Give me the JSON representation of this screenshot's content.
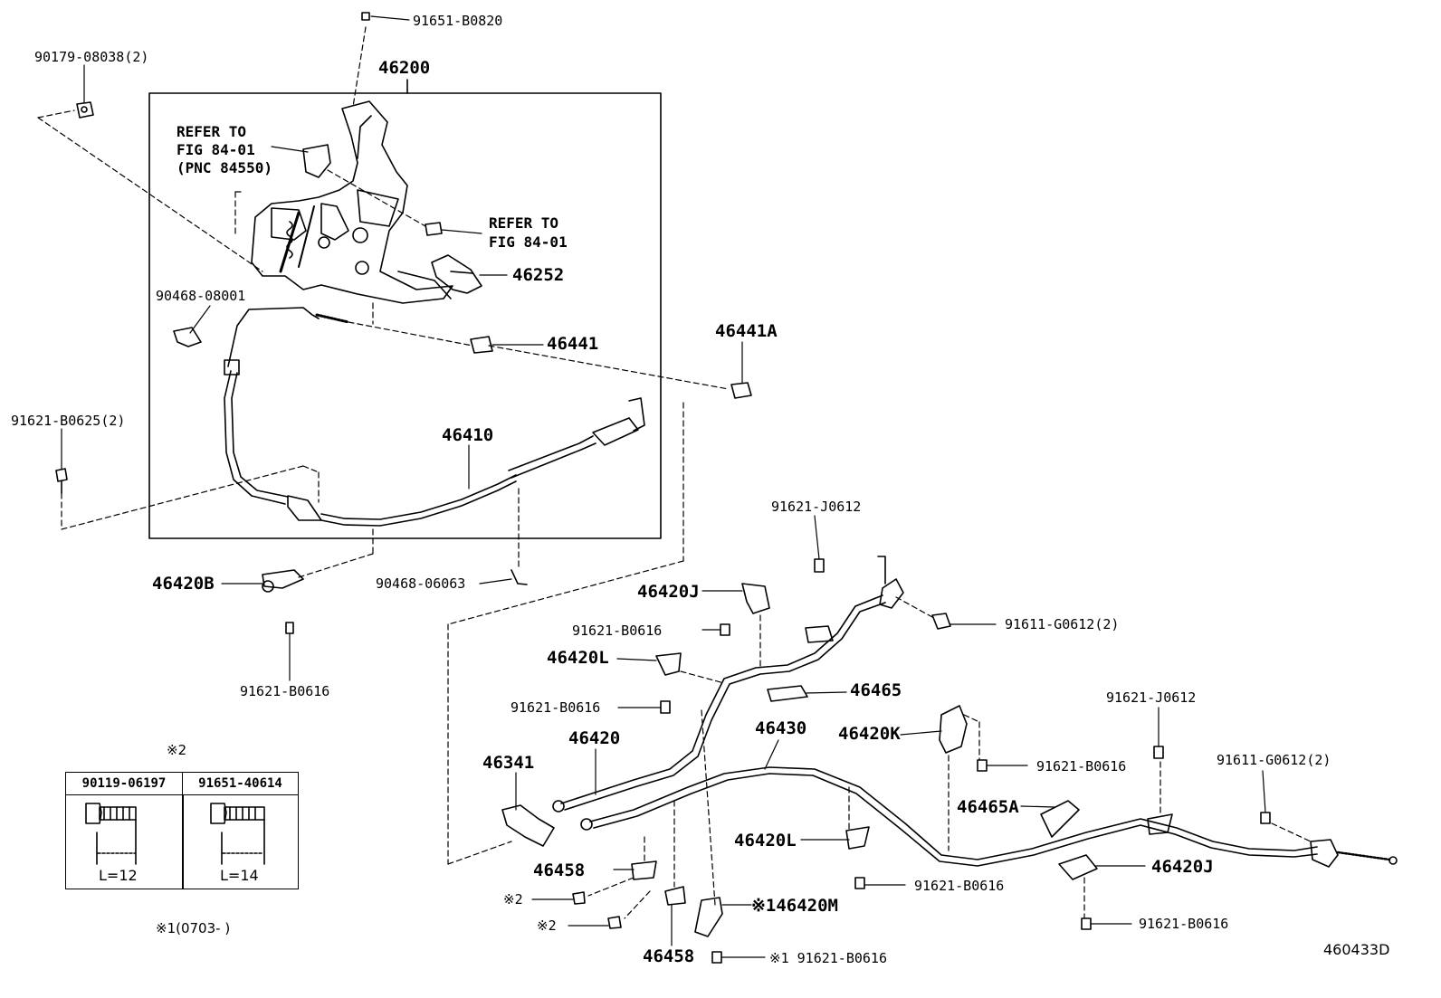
{
  "diagram_id": "460433D",
  "labels": {
    "p91651_B0820": "91651-B0820",
    "p90179_08038": "90179-08038(2)",
    "p46200": "46200",
    "refer1_line1": "REFER TO",
    "refer1_line2": "FIG 84-01",
    "refer1_line3": "(PNC 84550)",
    "refer2_line1": "REFER TO",
    "refer2_line2": "FIG 84-01",
    "p46252": "46252",
    "p90468_08001": "90468-08001",
    "p46441": "46441",
    "p46441A": "46441A",
    "p91621_B0625": "91621-B0625(2)",
    "p46410": "46410",
    "p91621_J0612_top": "91621-J0612",
    "p46420B": "46420B",
    "p90468_06063": "90468-06063",
    "p46420J_top": "46420J",
    "p91611_G0612_top": "91611-G0612(2)",
    "p91621_B0616_a": "91621-B0616",
    "p91621_B0616_left": "91621-B0616",
    "p46420L_top": "46420L",
    "p46465": "46465",
    "p91621_B0616_b": "91621-B0616",
    "p91621_J0612_right": "91621-J0612",
    "p46430": "46430",
    "p46420K": "46420K",
    "p46420": "46420",
    "p91621_B0616_c": "91621-B0616",
    "p91611_G0612_right": "91611-G0612(2)",
    "p46341": "46341",
    "p46465A": "46465A",
    "p46420L_bottom": "46420L",
    "p46420J_bottom": "46420J",
    "p46458_left": "46458",
    "p91621_B0616_d": "91621-B0616",
    "mark2_a": "※2",
    "p46420M": "※146420M",
    "p91621_B0616_e": "91621-B0616",
    "mark2_b": "※2",
    "p46458_bottom": "46458",
    "p91621_B0616_f": "※1 91621-B0616",
    "note1": "※1(0703-     )"
  },
  "table": {
    "mark": "※2",
    "col1_header": "90119-06197",
    "col2_header": "91651-40614",
    "col1_length": "L=12",
    "col2_length": "L=14"
  }
}
